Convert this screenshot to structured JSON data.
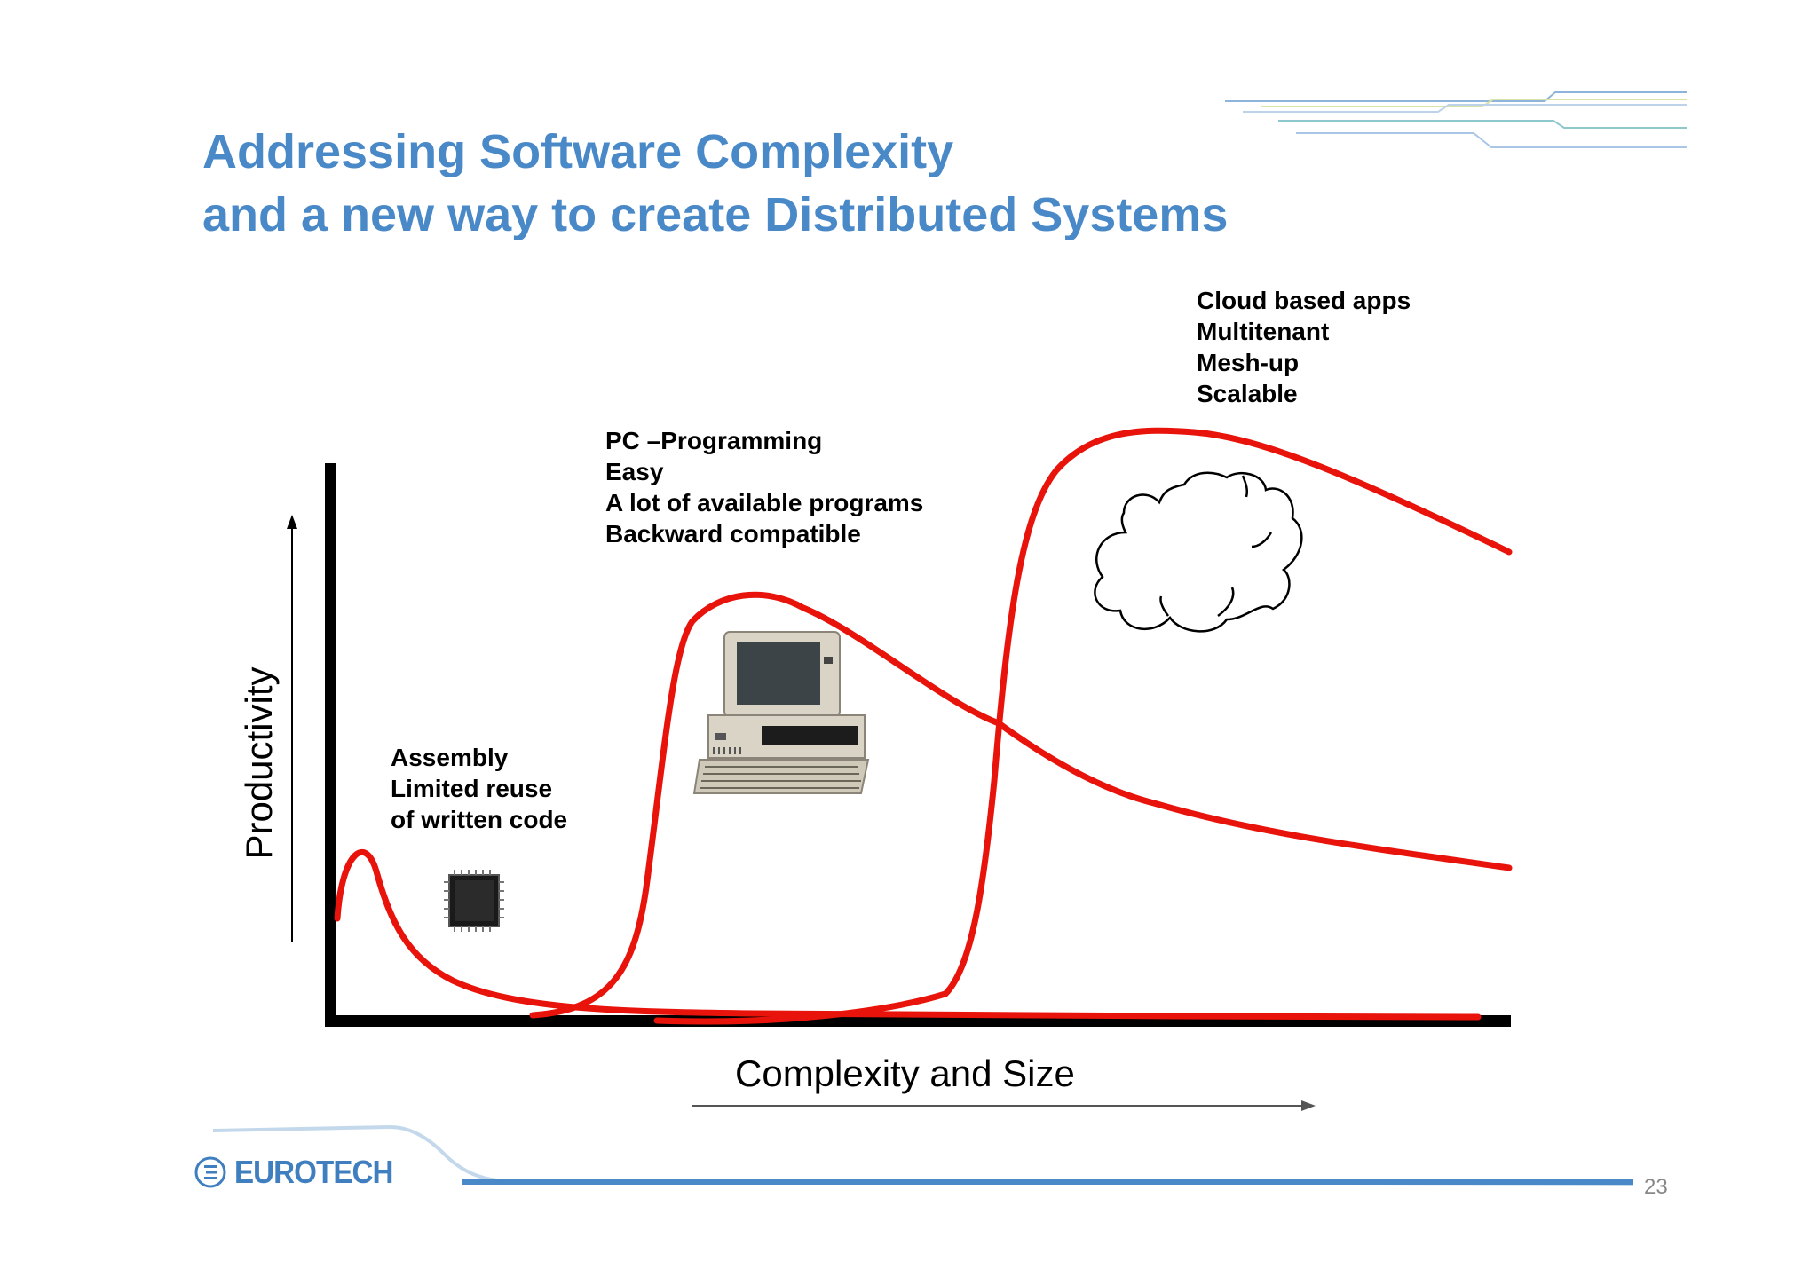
{
  "slide": {
    "title_line1": "Addressing Software Complexity",
    "title_line2": "and a new way to create Distributed Systems",
    "page_number": "23",
    "logo_text": "EUROTECH"
  },
  "axes": {
    "y_label": "Productivity",
    "x_label": "Complexity and Size"
  },
  "annotations": {
    "assembly": [
      "Assembly",
      "Limited reuse",
      "of  written  code"
    ],
    "pc": [
      "PC –Programming",
      "Easy",
      "A lot of available programs",
      "Backward  compatible"
    ],
    "cloud": [
      "Cloud based  apps",
      "Multitenant",
      "Mesh-up",
      "Scalable"
    ]
  },
  "icons": {
    "assembly": "microchip-icon",
    "pc": "desktop-computer-icon",
    "cloud": "cloud-icon"
  },
  "colors": {
    "title": "#4a89c8",
    "curve": "#e8140c",
    "axis": "#000000"
  }
}
